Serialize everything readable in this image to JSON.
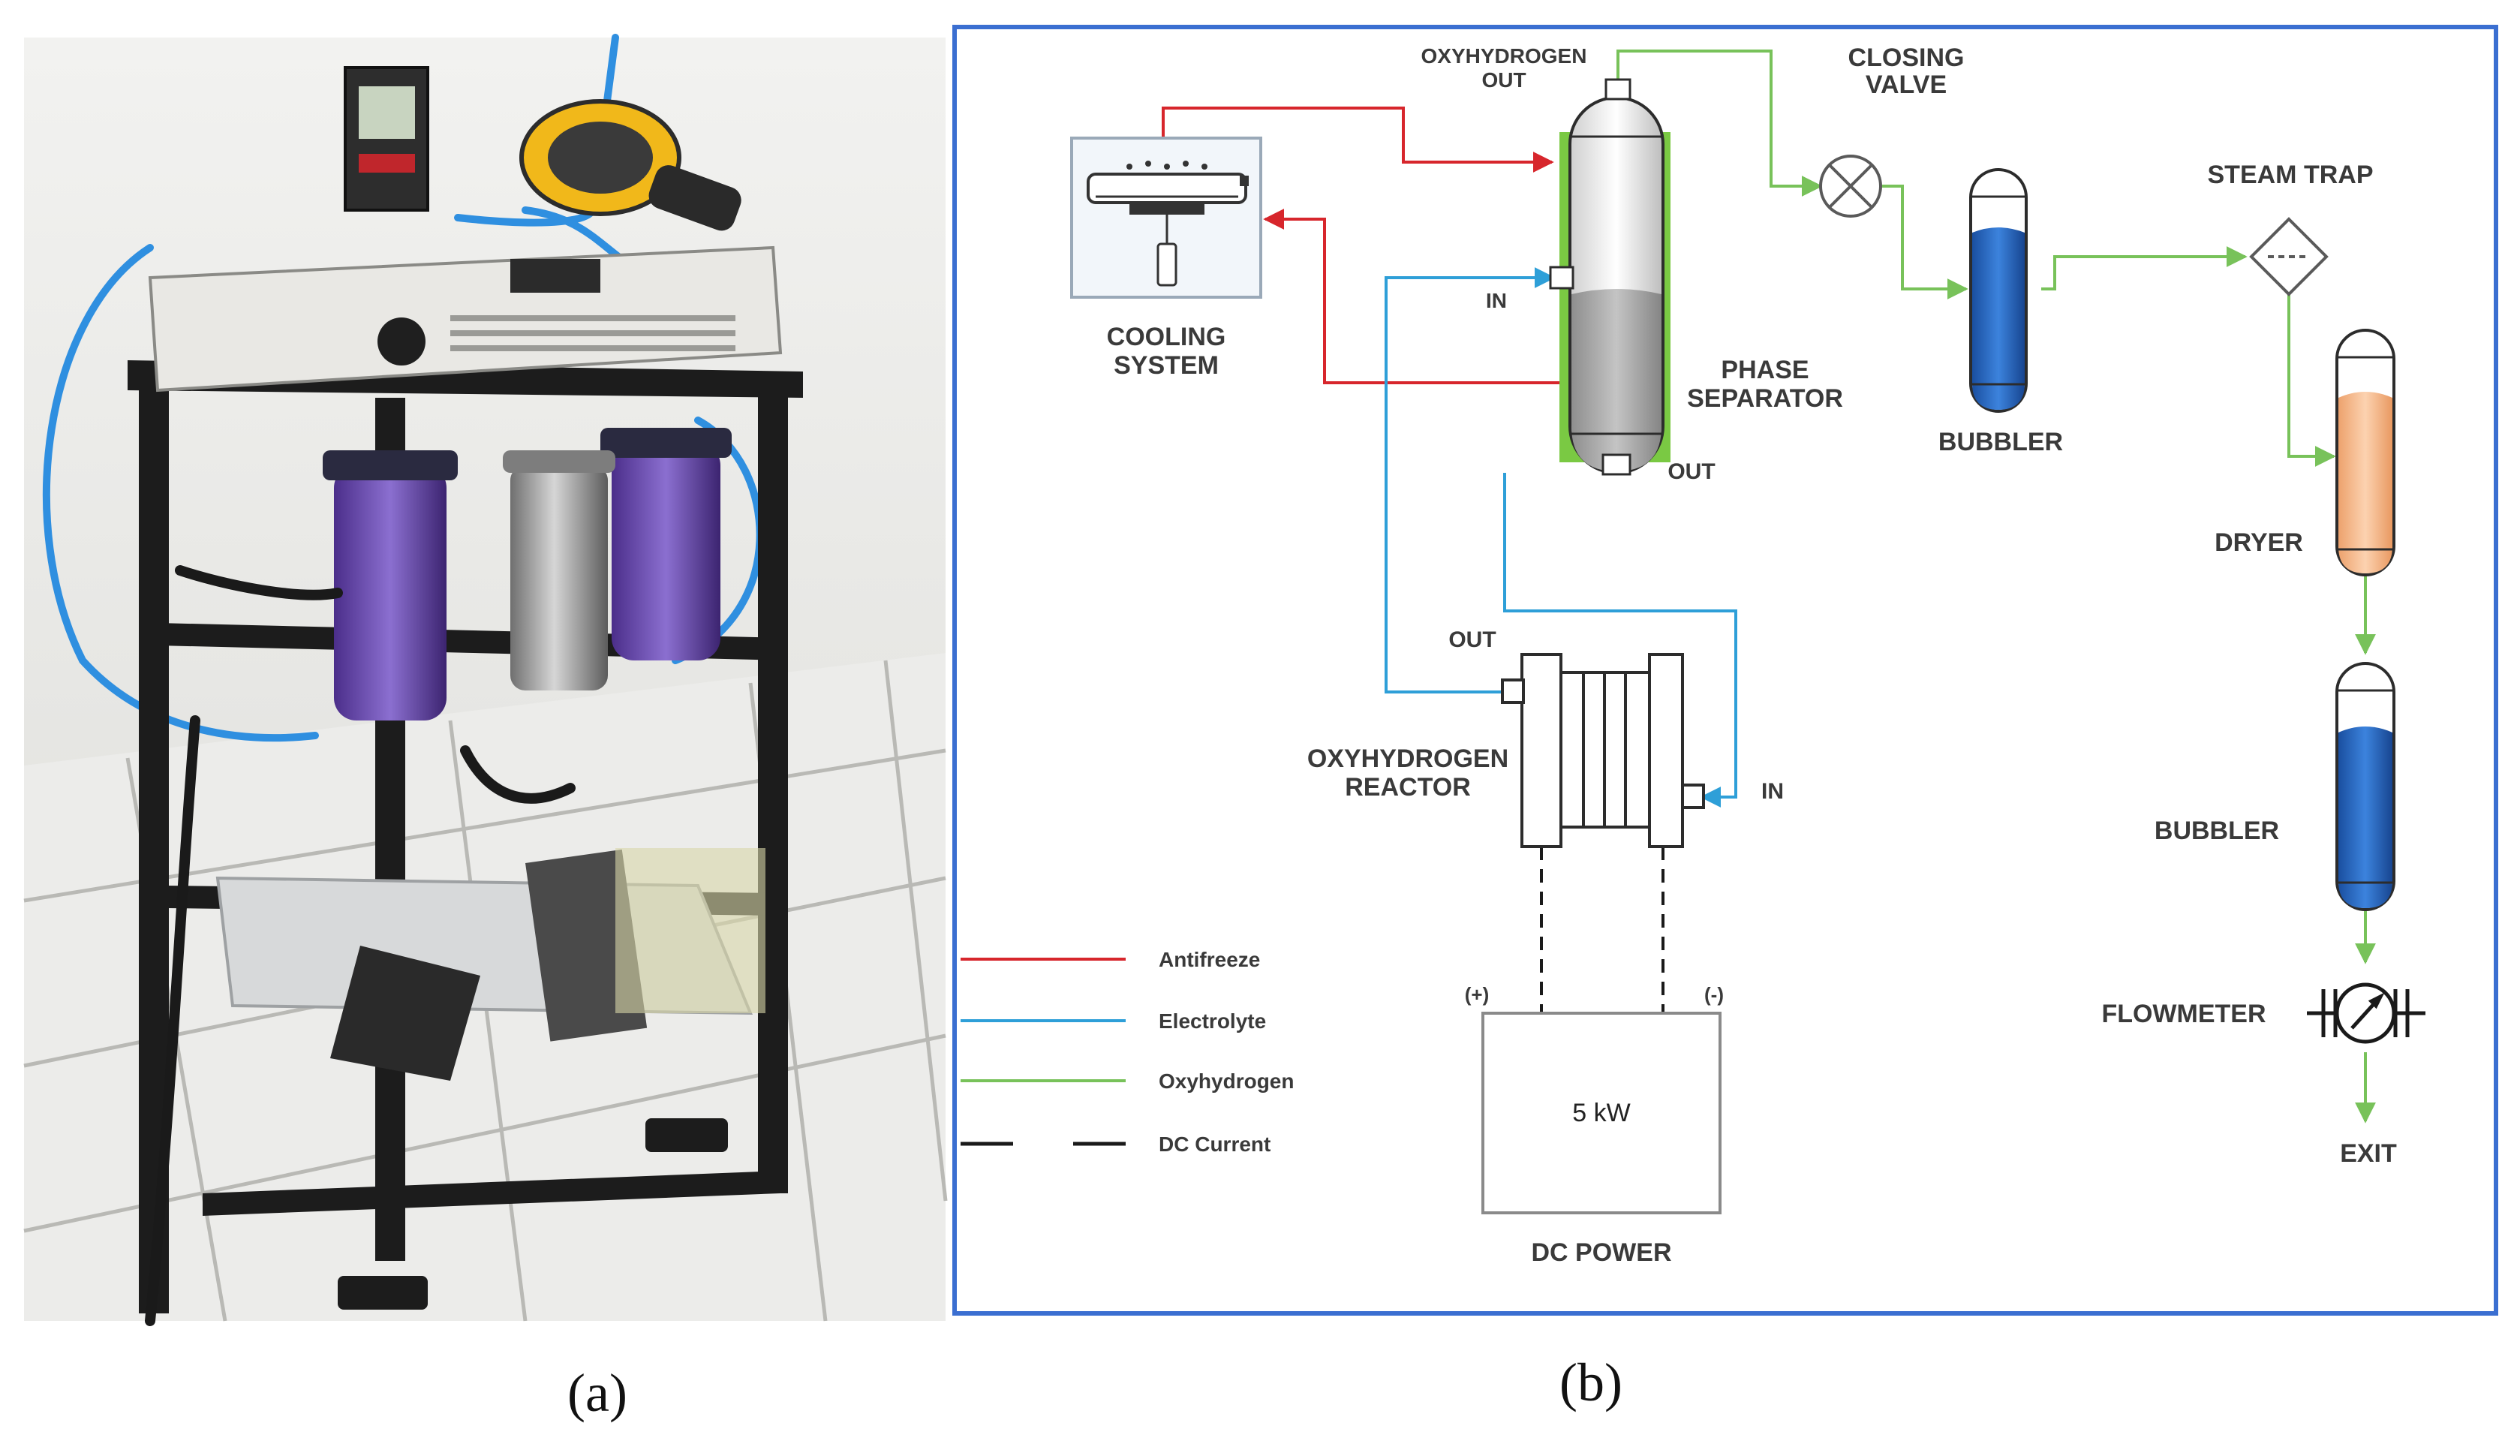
{
  "panels": {
    "a": {
      "caption": "(a)"
    },
    "b": {
      "caption": "(b)"
    }
  },
  "diagram": {
    "oxyhydrogen_out_line1": "OXYHYDROGEN",
    "oxyhydrogen_out_line2": "OUT",
    "closing_valve_line1": "CLOSING",
    "closing_valve_line2": "VALVE",
    "steam_trap": "STEAM TRAP",
    "cooling_system_line1": "COOLING",
    "cooling_system_line2": "SYSTEM",
    "in_top": "IN",
    "phase_separator_line1": "PHASE",
    "phase_separator_line2": "SEPARATOR",
    "out_separator": "OUT",
    "bubbler_1": "BUBBLER",
    "dryer": "DRYER",
    "out_reactor": "OUT",
    "oxyhydrogen_reactor_line1": "OXYHYDROGEN",
    "oxyhydrogen_reactor_line2": "REACTOR",
    "in_reactor": "IN",
    "bubbler_2": "BUBBLER",
    "flowmeter": "FLOWMETER",
    "exit": "EXIT",
    "plus_terminal": "(+)",
    "minus_terminal": "(-)",
    "power_rating": "5 kW",
    "dc_power": "DC POWER"
  },
  "legend": [
    {
      "label": "Antifreeze",
      "color": "#d7262c",
      "style": "solid"
    },
    {
      "label": "Electrolyte",
      "color": "#2e9fd8",
      "style": "solid"
    },
    {
      "label": "Oxyhydrogen",
      "color": "#78c25a",
      "style": "solid"
    },
    {
      "label": "DC Current",
      "color": "#1a1a1a",
      "style": "dashed"
    }
  ],
  "colors": {
    "antifreeze": "#d7262c",
    "electrolyte": "#2e9fd8",
    "oxyhydrogen": "#78c25a",
    "frame": "#3b6fd1",
    "bubbler_liquid": "#2467c4",
    "dryer_fill": "#f6b98c",
    "separator_liquid": "#a9a9a9",
    "separator_jacket": "#7ac943"
  }
}
